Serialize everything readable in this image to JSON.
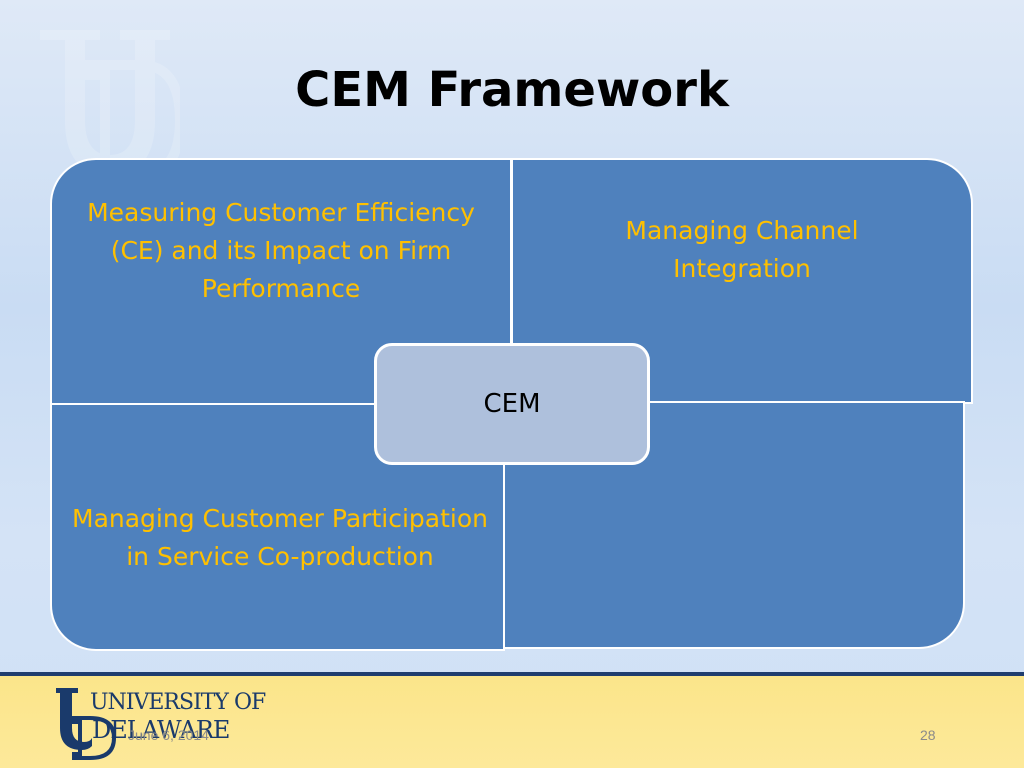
{
  "slide": {
    "title": "CEM Framework",
    "center_label": "CEM",
    "quadrants": {
      "top_left": "Measuring  Customer Efficiency (CE) and its Impact on Firm Performance",
      "top_right": "Managing Channel Integration",
      "bottom_left": "Managing Customer Participation in Service Co-production",
      "bottom_right": ""
    },
    "colors": {
      "quadrant_fill": "#4f81bd",
      "quadrant_text": "#ffc000",
      "center_fill": "#aec0dc",
      "footer_fill": "#fde99a",
      "footer_rule": "#1f3d6e"
    }
  },
  "footer": {
    "logo_line1": "UNIVERSITY OF",
    "logo_line2": "DELAWARE",
    "date": "June 6, 2014",
    "slide_number": "28"
  },
  "icons": {
    "watermark": "ud-monogram-watermark",
    "logo": "university-of-delaware-logo"
  }
}
